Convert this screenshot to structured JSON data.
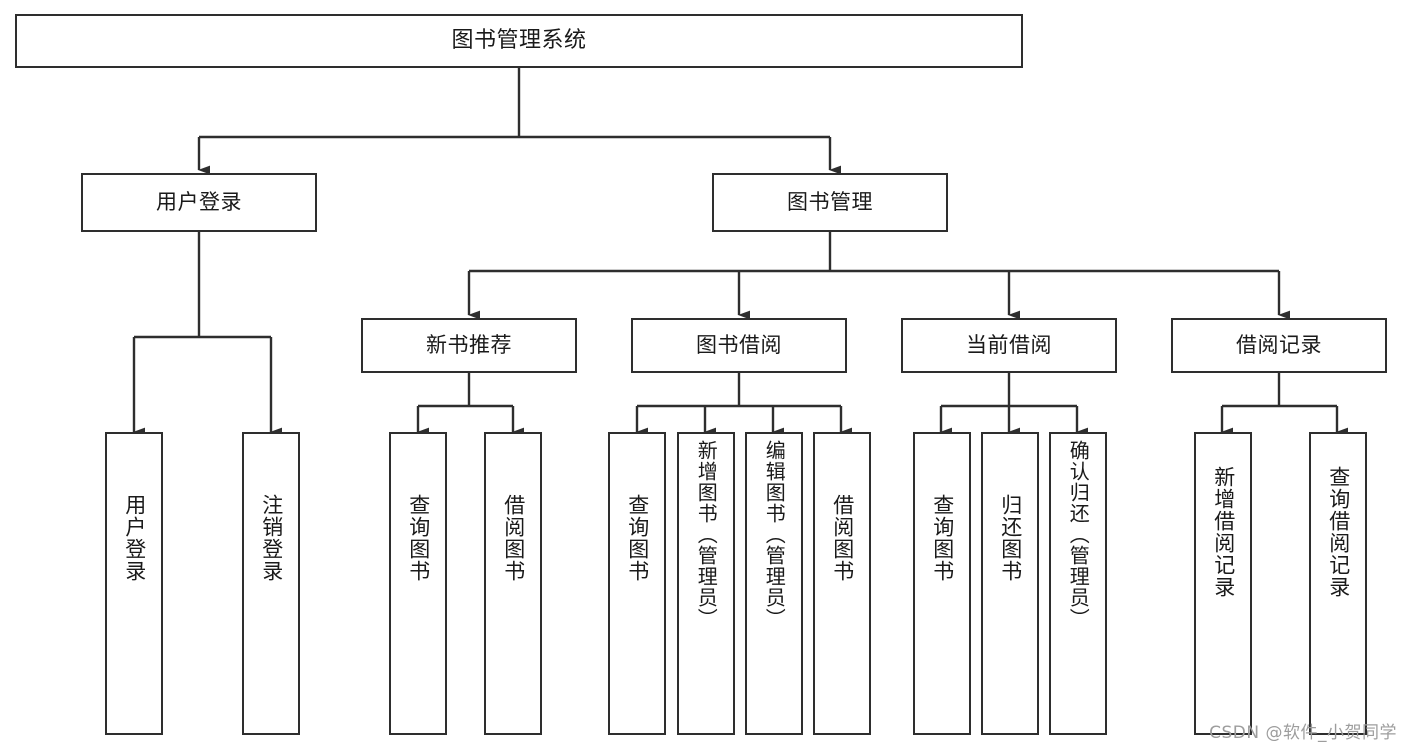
{
  "diagram": {
    "type": "hierarchy-tree",
    "title": "图书管理系统",
    "background_color": "#ffffff",
    "line_color": "#2e2e2e",
    "text_color": "#1a1a1a",
    "watermark": "CSDN @软件_小贺同学"
  },
  "nodes": {
    "root": {
      "label": "图书管理系统"
    },
    "level2": [
      {
        "label": "用户登录"
      },
      {
        "label": "图书管理"
      }
    ],
    "level3": [
      {
        "label": "新书推荐"
      },
      {
        "label": "图书借阅"
      },
      {
        "label": "当前借阅"
      },
      {
        "label": "借阅记录"
      }
    ],
    "leaves": {
      "user_login": [
        {
          "label": "用户登录"
        },
        {
          "label": "注销登录"
        }
      ],
      "new_book_recommend": [
        {
          "label": "查询图书"
        },
        {
          "label": "借阅图书"
        }
      ],
      "book_borrow": [
        {
          "label": "查询图书"
        },
        {
          "label": "新增图书（管理员）"
        },
        {
          "label": "编辑图书（管理员）"
        },
        {
          "label": "借阅图书"
        }
      ],
      "current_borrow": [
        {
          "label": "查询图书"
        },
        {
          "label": "归还图书"
        },
        {
          "label": "确认归还（管理员）"
        }
      ],
      "borrow_record": [
        {
          "label": "新增借阅记录"
        },
        {
          "label": "查询借阅记录"
        }
      ]
    }
  }
}
